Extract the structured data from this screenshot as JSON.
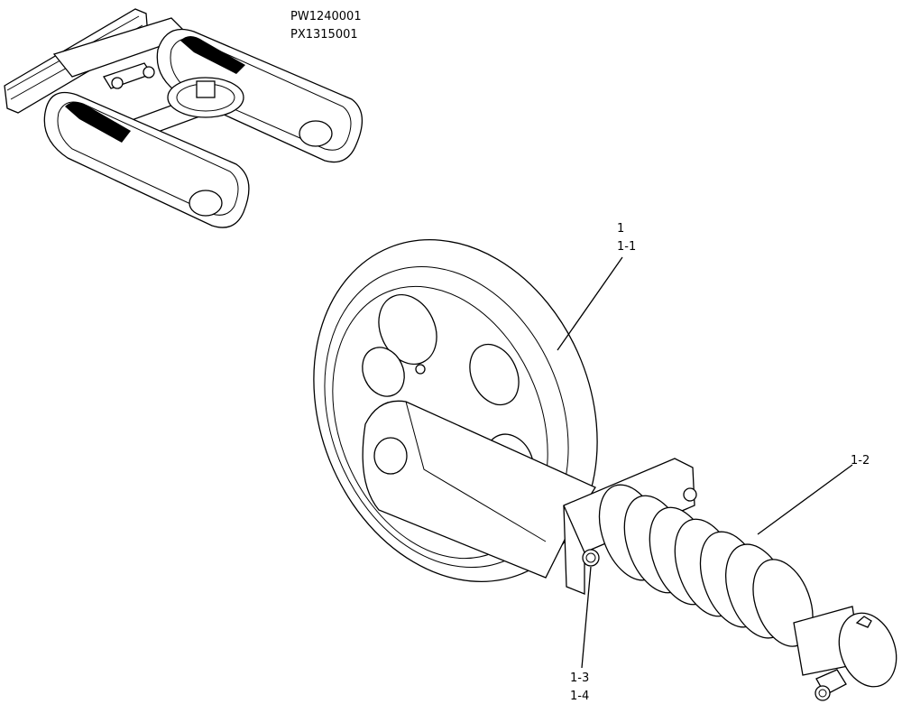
{
  "serial_numbers": [
    "PW1240001",
    "PX1315001"
  ],
  "callouts": {
    "c1": "1",
    "c1_1": "1-1",
    "c1_2": "1-2",
    "c1_3": "1-3",
    "c1_4": "1-4"
  },
  "icons": {
    "thumbnail": "undercarriage-overview-icon",
    "main": "front-idler-assembly-icon"
  },
  "colors": {
    "line": "#000000",
    "background": "#ffffff"
  }
}
